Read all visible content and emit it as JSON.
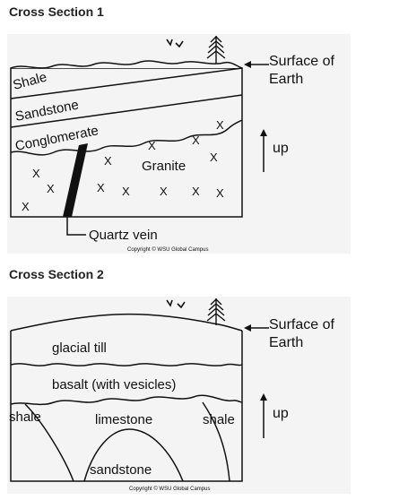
{
  "section1": {
    "heading": "Cross Section 1",
    "labels": {
      "shale": "Shale",
      "sandstone": "Sandstone",
      "conglomerate": "Conglomerate",
      "granite": "Granite",
      "quartz_vein": "Quartz vein",
      "surface_line1": "Surface of",
      "surface_line2": "Earth",
      "up": "up",
      "copyright": "Copyright © WSU Global Campus",
      "x_mark": "X"
    }
  },
  "section2": {
    "heading": "Cross Section 2",
    "labels": {
      "glacial_till": "glacial till",
      "basalt": "basalt (with vesicles)",
      "shale_left": "shale",
      "shale_right": "shale",
      "limestone": "limestone",
      "sandstone": "sandstone",
      "surface_line1": "Surface of",
      "surface_line2": "Earth",
      "up": "up",
      "copyright": "Copyright © WSU Global Campus"
    }
  },
  "colors": {
    "panel_bg": "#f4f4f4",
    "ink": "#111111"
  }
}
